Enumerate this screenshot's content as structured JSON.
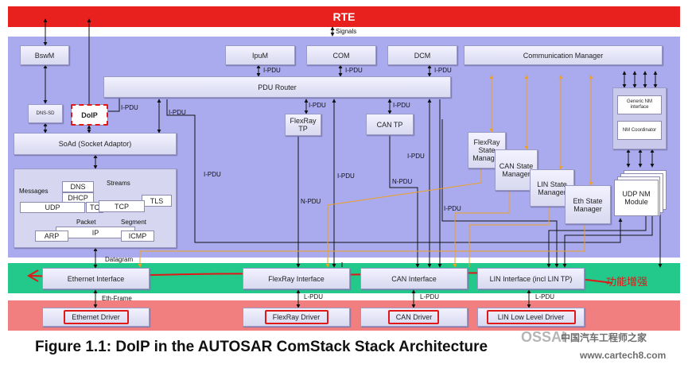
{
  "rte": {
    "title": "RTE",
    "signals_label": "Signals"
  },
  "colors": {
    "rte": "#e8201e",
    "bsw": "#aaaaee",
    "eth_band": "#22c98a",
    "driver_band": "#f27f7f",
    "arrow_orange": "#f0a020",
    "annotation_red": "#e01818"
  },
  "modules": {
    "bswm": "BswM",
    "ipum": "IpuM",
    "com": "COM",
    "dcm": "DCM",
    "comm": "Communication Manager",
    "pdur": "PDU Router",
    "dns_sd": "DNS-SD",
    "doip": "DoIP",
    "soad": "SoAd (Socket Adaptor)",
    "flexray_tp": "FlexRay TP",
    "can_tp": "CAN TP",
    "fr_sm": "FlexRay State Manager",
    "can_sm": "CAN State Manager",
    "lin_sm": "LIN State Manager",
    "eth_sm": "Eth State Manager",
    "generic_nm": "Generic NM interface",
    "nm_coord": "NM Coordinator",
    "udp_nm": "UDP NM Module"
  },
  "tcpip": {
    "messages": "Messages",
    "streams": "Streams",
    "packet": "Packet",
    "segment": "Segment",
    "dns": "DNS",
    "dhcp": "DHCP",
    "udp": "UDP",
    "tc": "TC",
    "tcp": "TCP",
    "tls": "TLS",
    "ip": "IP",
    "arp": "ARP",
    "icmp": "ICMP"
  },
  "interfaces": {
    "eth_if": "Ethernet Interface",
    "fr_if": "FlexRay Interface",
    "can_if": "CAN Interface",
    "lin_if": "LIN Interface (incl LIN TP)"
  },
  "drivers": {
    "eth_drv": "Ethernet Driver",
    "fr_drv": "FlexRay Driver",
    "can_drv": "CAN Driver",
    "lin_drv": "LIN Low Level Driver"
  },
  "edge_labels": {
    "ipdu": "I-PDU",
    "npdu": "N-PDU",
    "lpdu": "L-PDU",
    "datagram": "Datagram",
    "eth_frame": "Eth-Frame"
  },
  "annotation": "功能增强",
  "caption": "Figure 1.1: DoIP in the AUTOSAR ComStack Stack Architecture",
  "watermark": {
    "line1": "OSSAI",
    "line2": "中国汽车工程师之家",
    "line3": "www.cartech8.com"
  }
}
